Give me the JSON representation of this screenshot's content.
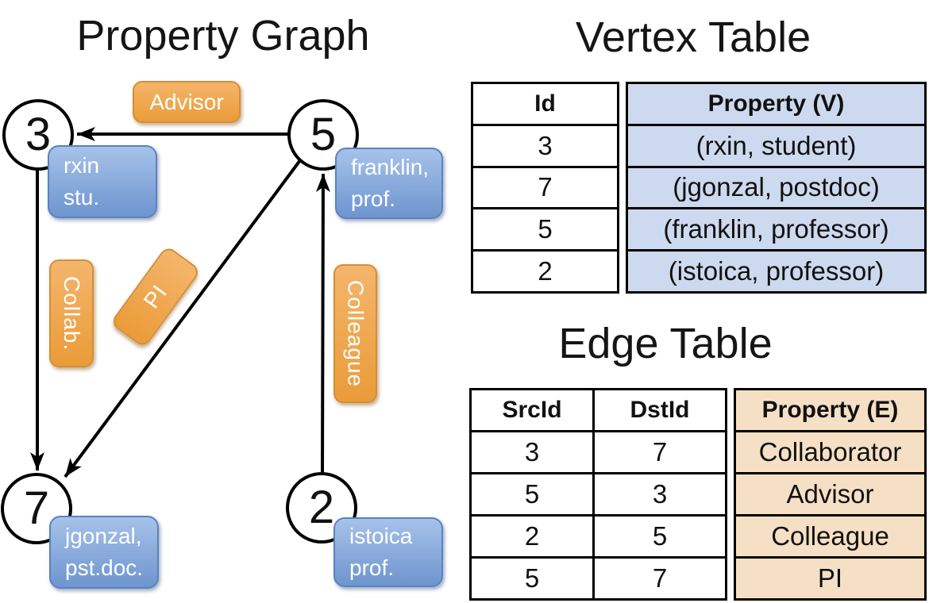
{
  "graph_panel": {
    "title": "Property Graph",
    "nodes": [
      {
        "id": "3",
        "property_line1": "rxin",
        "property_line2": "stu."
      },
      {
        "id": "5",
        "property_line1": "franklin,",
        "property_line2": "prof."
      },
      {
        "id": "7",
        "property_line1": "jgonzal,",
        "property_line2": "pst.doc."
      },
      {
        "id": "2",
        "property_line1": "istoica",
        "property_line2": "prof."
      }
    ],
    "edge_labels": [
      {
        "label": "Advisor",
        "from": "5",
        "to": "3"
      },
      {
        "label": "Collab.",
        "from": "3",
        "to": "7"
      },
      {
        "label": "PI",
        "from": "5",
        "to": "7"
      },
      {
        "label": "Colleague",
        "from": "2",
        "to": "5"
      }
    ]
  },
  "vertex_table": {
    "title": "Vertex Table",
    "headers": {
      "id": "Id",
      "property": "Property (V)"
    },
    "rows": [
      {
        "id": "3",
        "property": "(rxin, student)"
      },
      {
        "id": "7",
        "property": "(jgonzal, postdoc)"
      },
      {
        "id": "5",
        "property": "(franklin, professor)"
      },
      {
        "id": "2",
        "property": "(istoica, professor)"
      }
    ]
  },
  "edge_table": {
    "title": "Edge Table",
    "headers": {
      "src": "SrcId",
      "dst": "DstId",
      "property": "Property (E)"
    },
    "rows": [
      {
        "src": "3",
        "dst": "7",
        "property": "Collaborator"
      },
      {
        "src": "5",
        "dst": "3",
        "property": "Advisor"
      },
      {
        "src": "2",
        "dst": "5",
        "property": "Colleague"
      },
      {
        "src": "5",
        "dst": "7",
        "property": "PI"
      }
    ]
  },
  "colors": {
    "edge_label_fill": "#efa649",
    "vertex_label_fill": "#7b9fd6",
    "vertex_table_cell": "#cdd9ee",
    "edge_table_cell": "#f6e0c5",
    "line": "#000000"
  }
}
